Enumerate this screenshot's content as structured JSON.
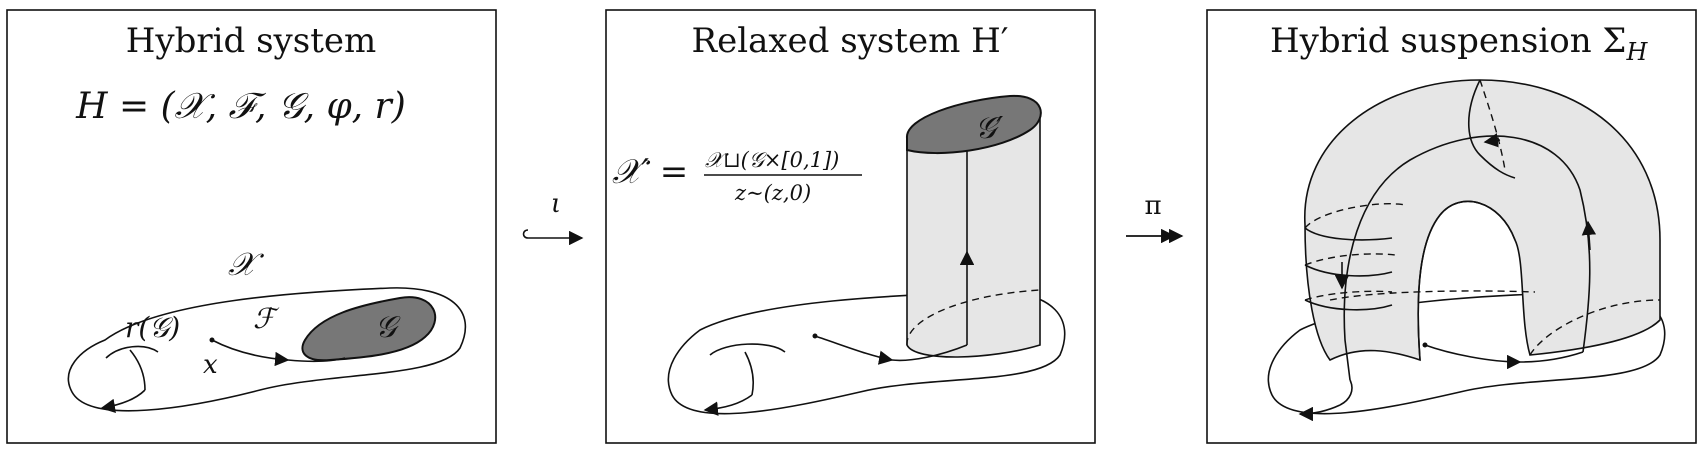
{
  "panels": [
    {
      "title": "Hybrid system",
      "formula": "H = (𝒳, ℱ, 𝒢, φ, r)",
      "label_X": "𝒳",
      "label_F": "ℱ",
      "label_G": "𝒢",
      "label_rG": "r(𝒢)",
      "label_x": "x"
    },
    {
      "title": "Relaxed system H′",
      "formula_lhs": "𝒳′ =",
      "formula_num": "𝒳⊔(𝒢×[0,1])",
      "formula_den": "z∼(z,0)",
      "label_Gp": "𝒢′"
    },
    {
      "title": "Hybrid suspension Σ",
      "title_sub": "H"
    }
  ],
  "maps": {
    "inclusion": "ι",
    "projection": "π"
  }
}
